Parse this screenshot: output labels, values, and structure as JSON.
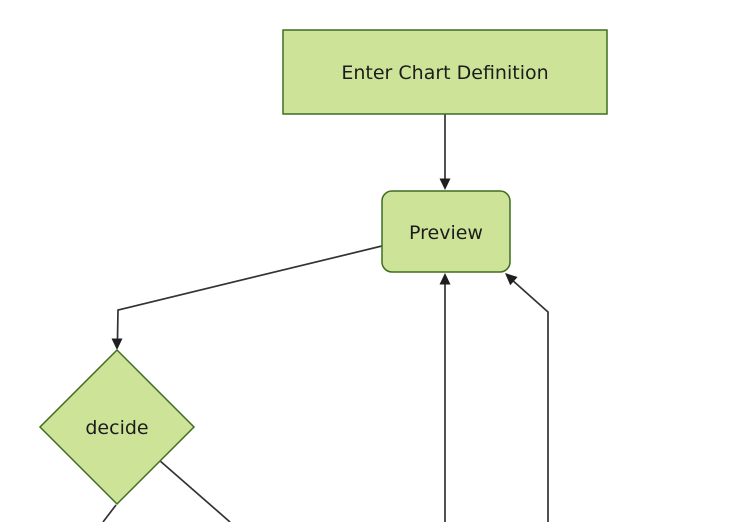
{
  "diagram": {
    "type": "flowchart",
    "nodes": [
      {
        "id": "definition",
        "label": "Enter Chart Definition",
        "shape": "rectangle"
      },
      {
        "id": "preview",
        "label": "Preview",
        "shape": "rounded-rectangle"
      },
      {
        "id": "decide",
        "label": "decide",
        "shape": "diamond"
      }
    ],
    "edges": [
      {
        "from": "Enter Chart Definition",
        "to": "Preview",
        "arrow": true
      },
      {
        "from": "Preview",
        "to": "decide",
        "arrow": true
      },
      {
        "from": "offscreen-bottom",
        "to": "Preview",
        "arrow": true
      },
      {
        "from": "offscreen-bottom-right",
        "to": "Preview",
        "arrow": true
      },
      {
        "from": "decide",
        "to": "offscreen-bottom-left",
        "arrow": false
      },
      {
        "from": "decide",
        "to": "offscreen-bottom-right",
        "arrow": false
      }
    ]
  },
  "colors": {
    "background": "#ffffff",
    "node_fill": "#cde498",
    "node_stroke": "#3f6d21",
    "edge_stroke": "#333333",
    "arrowhead_fill": "#1f1f1f",
    "text": "#1c1c1c"
  }
}
